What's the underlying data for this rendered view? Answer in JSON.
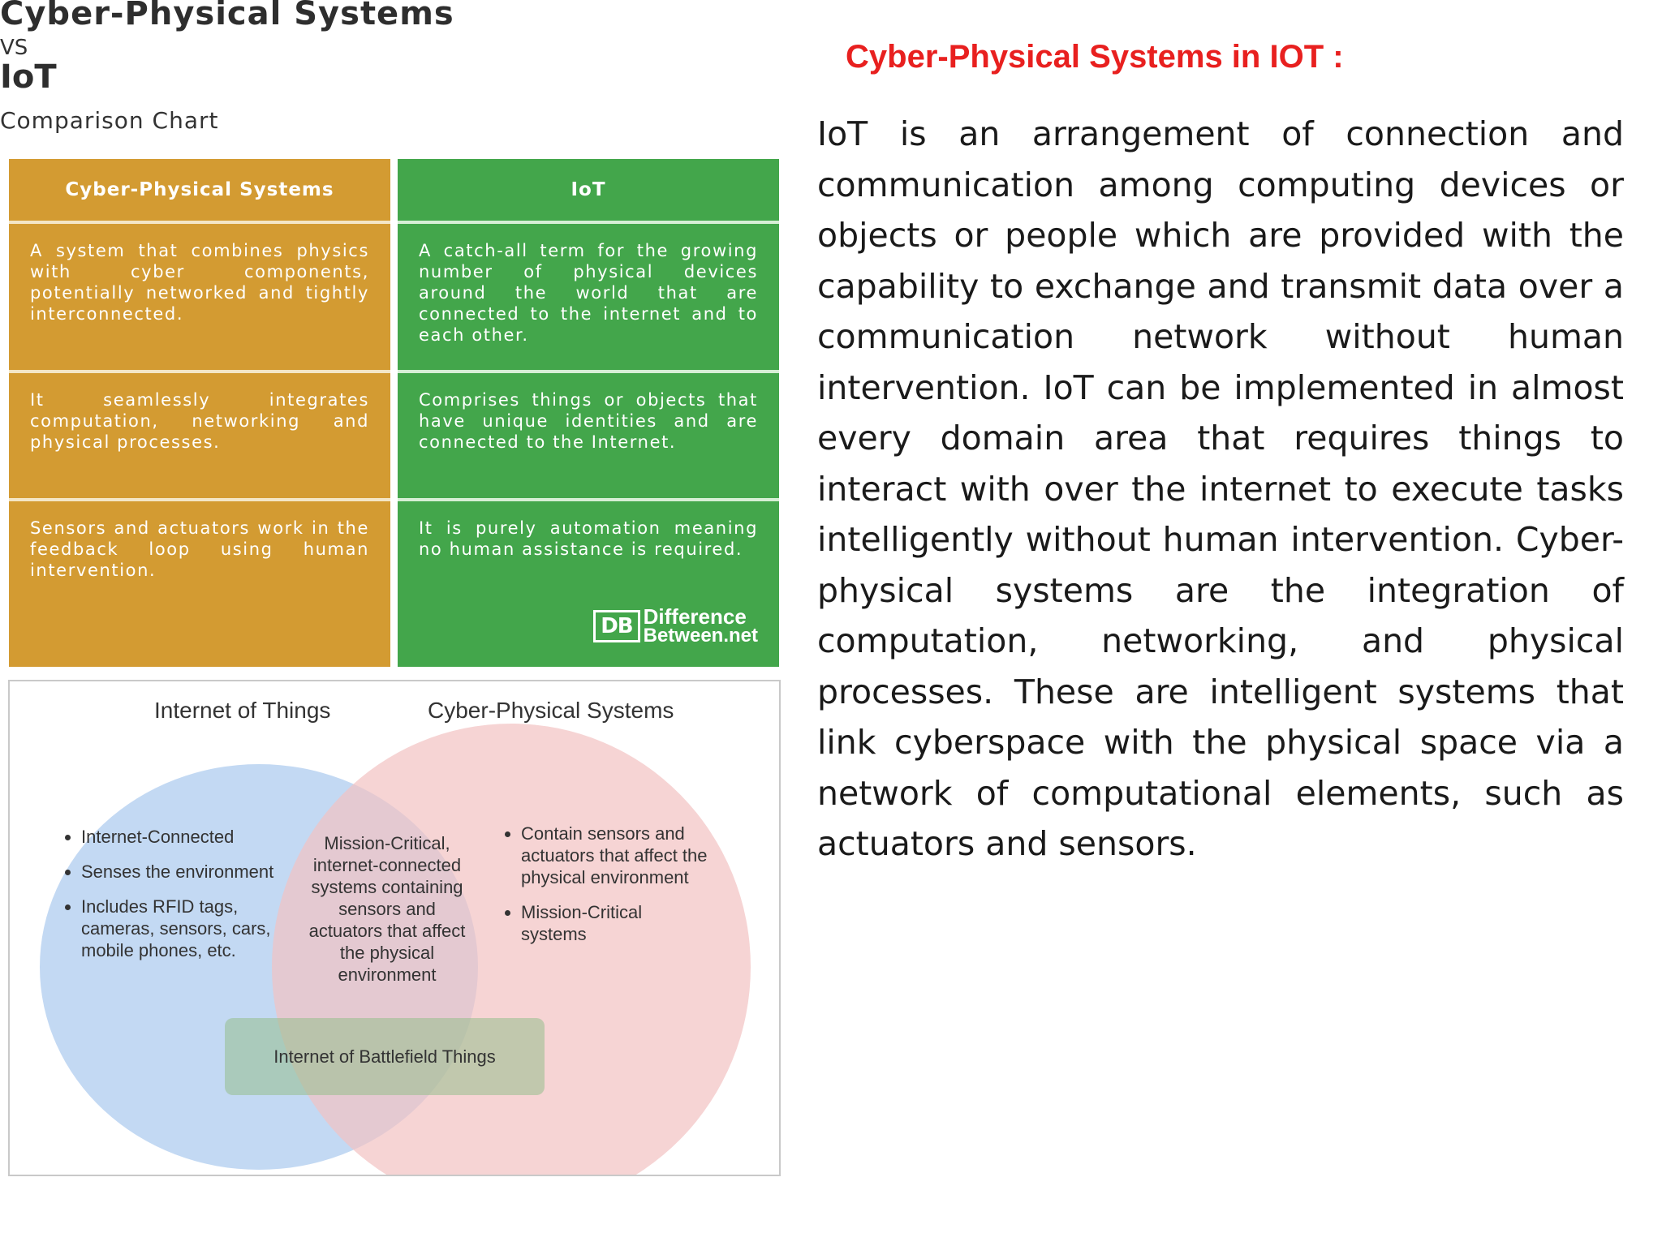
{
  "chart": {
    "title": "Cyber-Physical Systems",
    "vs": "VS",
    "subject": "IoT",
    "subtitle": "Comparison Chart"
  },
  "columns": [
    {
      "header": "Cyber-Physical Systems",
      "color": "#d39b32",
      "rows": [
        "A system that combines physics with cyber components, potentially networked and tightly interconnected.",
        "It seamlessly integrates computation, networking and physical processes.",
        "Sensors and actuators work in the feedback loop using human intervention."
      ]
    },
    {
      "header": "IoT",
      "color": "#43a64b",
      "rows": [
        "A catch-all term for the growing number of physical devices around the world that are connected to the internet and to each other.",
        "Comprises things or objects that have unique identities and are connected to the Internet.",
        "It is purely automation meaning no human assistance is required."
      ]
    }
  ],
  "logo": {
    "mark": "DB",
    "line1": "Difference",
    "line2": "Between.net"
  },
  "venn": {
    "left_label": "Internet of Things",
    "right_label": "Cyber-Physical Systems",
    "left_items": [
      "Internet-Connected",
      "Senses the environment",
      "Includes RFID tags, cameras, sensors, cars, mobile phones, etc."
    ],
    "overlap": "Mission-Critical, internet-connected systems containing sensors and actuators that affect the physical environment",
    "right_items": [
      "Contain sensors and actuators that affect the physical environment",
      "Mission-Critical systems"
    ],
    "bottom": "Internet of Battlefield Things",
    "colors": {
      "left": "#b9d2f1",
      "right": "#f2c2c2",
      "bottom": "#96be8c"
    }
  },
  "right": {
    "title": "Cyber-Physical Systems  in IOT :",
    "title_color": "#e8201f",
    "body": "IoT is an arrangement of connection and communication among computing devices or objects or people which are provided with the capability to exchange and transmit data over a communication network without human intervention. IoT can be implemented in almost every domain area that requires things to interact with over the internet to execute tasks intelligently without human intervention. Cyber-physical systems are the integration of computation, networking, and physical processes. These are intelligent systems that link cyberspace with the physical space via a network of computational elements, such as actuators and sensors."
  }
}
